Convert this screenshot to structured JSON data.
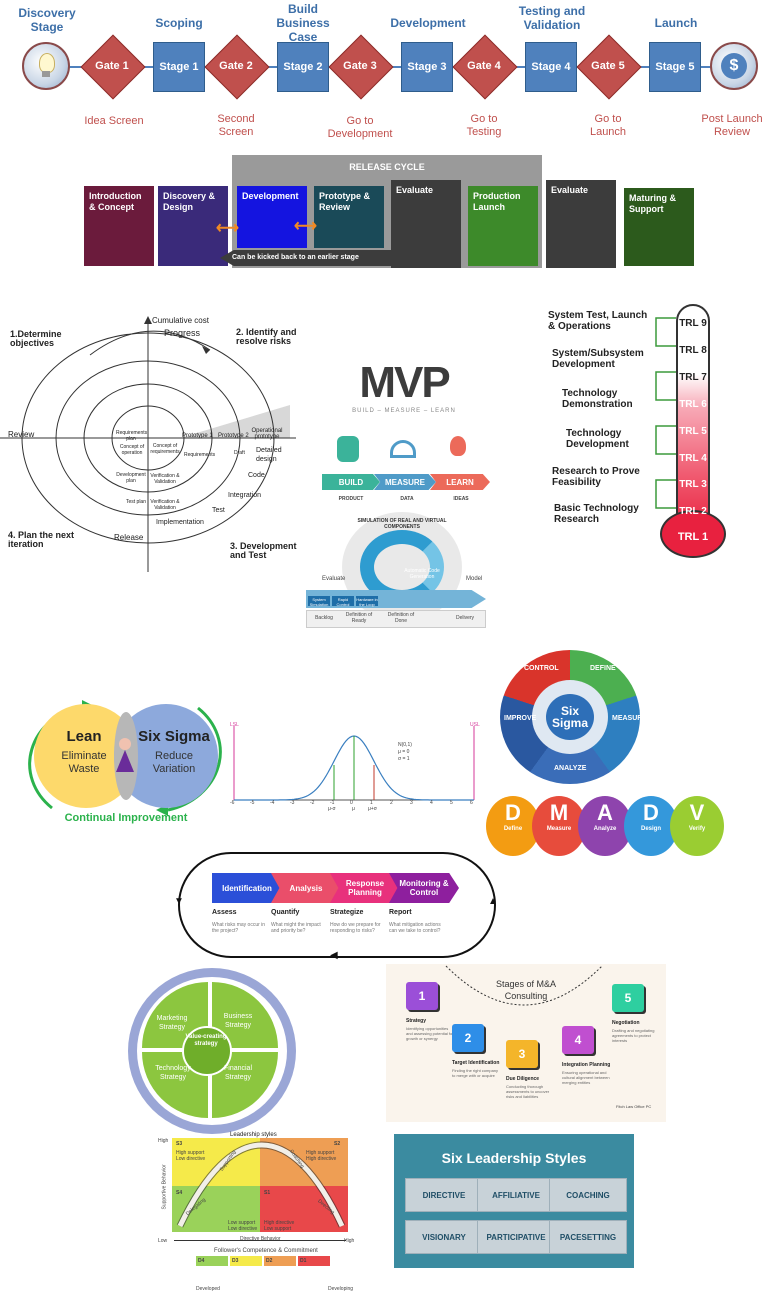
{
  "stage_gate": {
    "stages_top": [
      "Discovery Stage",
      "Scoping",
      "Build Business Case",
      "Development",
      "Testing and Validation",
      "Launch"
    ],
    "gates": [
      "Gate 1",
      "Gate 2",
      "Gate 3",
      "Gate 4",
      "Gate 5"
    ],
    "stage_boxes": [
      "Stage 1",
      "Stage 2",
      "Stage 3",
      "Stage 4",
      "Stage 5"
    ],
    "gate_labels": [
      "Idea Screen",
      "Second Screen",
      "Go to Development",
      "Go to Testing",
      "Go to Launch",
      "Post Launch Review"
    ],
    "dollar": "$"
  },
  "release_cycle": {
    "title": "RELEASE CYCLE",
    "boxes": [
      "Introduction & Concept",
      "Discovery & Design",
      "Development",
      "Prototype & Review",
      "Evaluate",
      "Production Launch",
      "Evaluate",
      "Maturing & Support"
    ],
    "note": "Can be kicked back to an earlier stage",
    "colors": [
      "#6b1b3c",
      "#3a2a7a",
      "#1414e0",
      "#1a4a58",
      "#3c3c3c",
      "#3d8a2a",
      "#3c3c3c",
      "#2c5a1c"
    ]
  },
  "spiral": {
    "cumulative_cost": "Cumulative cost",
    "progress": "Progress",
    "q1": "1.Determine objectives",
    "q2": "2. Identify and resolve risks",
    "q3": "3. Development and Test",
    "q4": "4. Plan the next iteration",
    "review": "Review",
    "release": "Release",
    "prototype1": "Prototype 1",
    "prototype2": "Prototype 2",
    "operational_prototype": "Operational prototype",
    "detailed_design": "Detailed design",
    "code": "Code",
    "integration": "Integration",
    "test": "Test",
    "implementation": "Implementation",
    "draft": "Draft",
    "requirements": "Requirements",
    "requirements_plan": "Requirements plan",
    "concept_of_operation": "Concept of operation",
    "concept_of_requirements": "Concept of requirements",
    "development_plan": "Development plan",
    "verification_validation_1": "Verification & Validation",
    "test_plan": "Test plan",
    "verification_validation_2": "Verification & Validation"
  },
  "mvp": {
    "title": "MVP",
    "subtitle": "BUILD – MEASURE – LEARN",
    "steps": [
      "BUILD",
      "MEASURE",
      "LEARN"
    ],
    "step_subs": [
      "PRODUCT",
      "DATA",
      "IDEAS"
    ],
    "sim_title": "SIMULATION OF REAL AND VIRTUAL COMPONENTS",
    "evaluate": "Evaluate",
    "model": "Model",
    "automatic_code": "Automatic Code Generation",
    "bars": [
      "System Simulation",
      "Rapid Control Prototyping",
      "Hardware in the Loop"
    ],
    "bottom": [
      "Backlog",
      "Definition of Ready",
      "Definition of Done",
      "Delivery"
    ]
  },
  "trl": {
    "levels": [
      "TRL 9",
      "TRL 8",
      "TRL 7",
      "TRL 6",
      "TRL 5",
      "TRL 4",
      "TRL 3",
      "TRL 2",
      "TRL 1"
    ],
    "labels": [
      "System Test, Launch & Operations",
      "System/Subsystem Development",
      "Technology Demonstration",
      "Technology Development",
      "Research to Prove Feasibility",
      "Basic Technology Research"
    ]
  },
  "lean_six_sigma": {
    "lean": "Lean",
    "lean_sub": "Eliminate Waste",
    "six_sigma": "Six Sigma",
    "six_sigma_sub": "Reduce Variation",
    "footer": "Continual Improvement"
  },
  "normal_dist": {
    "lsl": "LSL",
    "usl": "USL",
    "legend": [
      "N(0,1)",
      "μ = 0",
      "σ = 1"
    ],
    "ticks": [
      "-6",
      "-5",
      "-4",
      "-3",
      "-2",
      "-1",
      "0",
      "1",
      "2",
      "3",
      "4",
      "5",
      "6"
    ],
    "marks": [
      "μ-σ",
      "μ",
      "μ+σ"
    ]
  },
  "dmaic": {
    "center": "Six Sigma",
    "phases": [
      "CONTROL",
      "DEFINE",
      "MEASURE",
      "ANALYZE",
      "IMPROVE"
    ]
  },
  "dmadv": {
    "letters": [
      "D",
      "M",
      "A",
      "D",
      "V"
    ],
    "names": [
      "Define",
      "Measure",
      "Analyze",
      "Design",
      "Verify"
    ],
    "colors": [
      "#f39c12",
      "#e74c3c",
      "#8e44ad",
      "#3498db",
      "#9acd32"
    ]
  },
  "risk": {
    "steps": [
      "Identification",
      "Analysis",
      "Response Planning",
      "Monitoring & Control"
    ],
    "step_colors": [
      "#2b4fd8",
      "#ea4e6a",
      "#e8317c",
      "#8e1f9e"
    ],
    "verbs": [
      "Assess",
      "Quantify",
      "Strategize",
      "Report"
    ],
    "questions": [
      "What risks may occur in the project?",
      "What might the impact and priority be?",
      "How do we prepare for responding to risks?",
      "What mitigation actions can we take to control?"
    ]
  },
  "strategy": {
    "quadrants": [
      "Marketing Strategy",
      "Business Strategy",
      "Technology Strategy",
      "Financial Strategy"
    ],
    "center": "Value-creating strategy"
  },
  "ma": {
    "title": "Stages of M&A Consulting",
    "numbers": [
      "1",
      "2",
      "3",
      "4",
      "5"
    ],
    "stages": [
      "Strategy",
      "Target Identification",
      "Due Diligence",
      "Integration Planning",
      "Negotiation"
    ],
    "descs": [
      "Identifying opportunities and assessing potential for growth or synergy",
      "Finding the right company to merge with or acquire",
      "Conducting thorough assessments to uncover risks and liabilities",
      "Ensuring operational and cultural alignment between merging entities",
      "Drafting and negotiating agreements to protect interests"
    ],
    "colors": [
      "#9b4fd8",
      "#2e8ee8",
      "#f4b52a",
      "#c04fd0",
      "#2ecfa0"
    ],
    "footer": "Fitch Law Office PC"
  },
  "situational": {
    "title": "Leadership styles",
    "quadrants": [
      "S3",
      "S2",
      "S4",
      "S1"
    ],
    "quad_texts": [
      "High support Low directive",
      "High support High directive",
      "Low support Low directive",
      "High directive Low support"
    ],
    "curve_labels": [
      "Supporting",
      "Coaching",
      "Delegating",
      "Directing"
    ],
    "x_axis": "Directive Behavior",
    "y_axis": "Supportive Behavior",
    "high": "High",
    "low": "Low",
    "follower_title": "Follower's Competence & Commitment",
    "levels": [
      "D4",
      "D3",
      "D2",
      "D1"
    ],
    "developed": "Developed",
    "developing": "Developing"
  },
  "six_styles": {
    "title": "Six Leadership Styles",
    "styles": [
      "DIRECTIVE",
      "AFFILIATIVE",
      "COACHING",
      "VISIONARY",
      "PARTICIPATIVE",
      "PACESETTING"
    ]
  }
}
